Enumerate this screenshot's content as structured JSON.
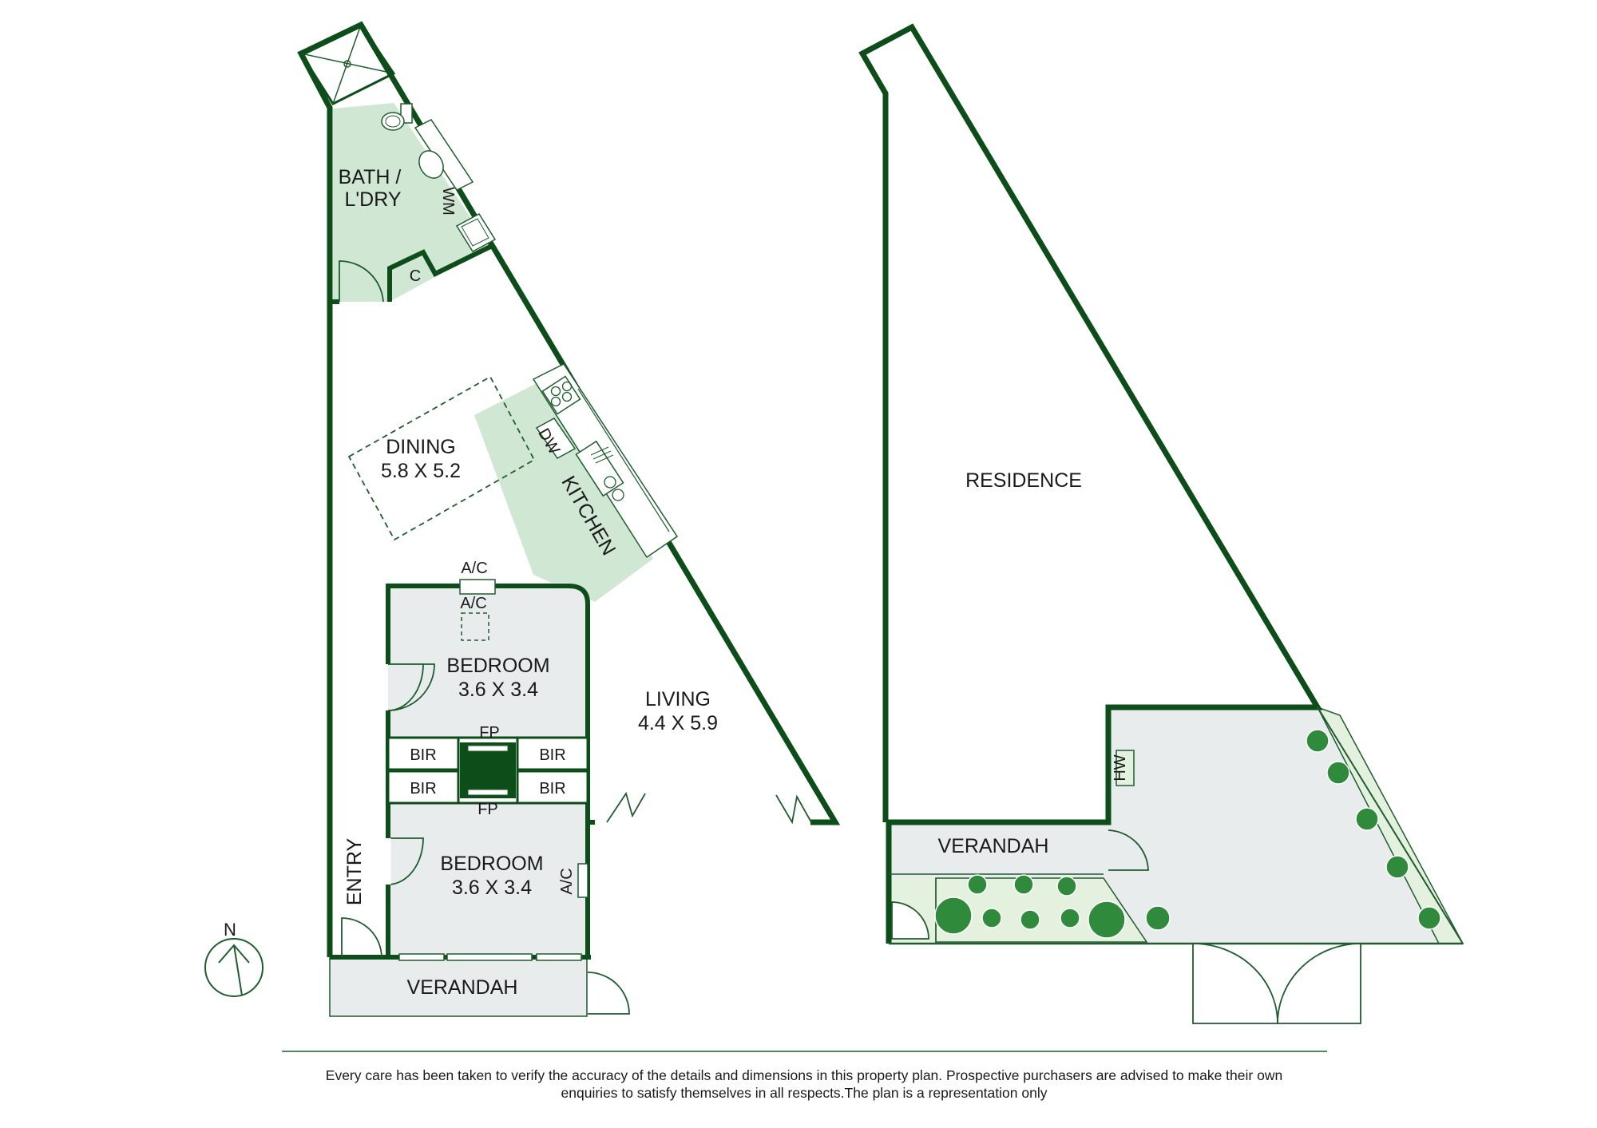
{
  "colors": {
    "wall": "#0d4d1a",
    "line": "#1f5c2e",
    "wet_area": "#cfe7d3",
    "room_fill": "#e9ecec",
    "kitchen_fill": "#cfe7d3",
    "garden_fill": "#e4f1df",
    "tree": "#2f8a3b"
  },
  "rooms": {
    "bath_line1": "BATH /",
    "bath_line2": "L'DRY",
    "wm": "WM",
    "cupboard": "C",
    "dining_name": "DINING",
    "dining_dim": "5.8 X 5.2",
    "dw": "DW",
    "kitchen": "KITCHEN",
    "ac_top_1": "A/C",
    "ac_top_2": "A/C",
    "bedroom1_name": "BEDROOM",
    "bedroom1_dim": "3.6 X 3.4",
    "living_name": "LIVING",
    "living_dim": "4.4 X 5.9",
    "fp_top": "FP",
    "fp_bottom": "FP",
    "bir_1": "BIR",
    "bir_2": "BIR",
    "bir_3": "BIR",
    "bir_4": "BIR",
    "bedroom2_name": "BEDROOM",
    "bedroom2_dim": "3.6 X 3.4",
    "ac_side": "A/C",
    "entry": "ENTRY",
    "verandah_front": "VERANDAH",
    "residence": "RESIDENCE",
    "hw": "HW",
    "verandah_rear": "VERANDAH"
  },
  "compass": {
    "label": "N",
    "icon": "north-arrow-icon"
  },
  "disclaimer": {
    "line1": "Every care has been taken to verify the accuracy of the details and dimensions in this property plan. Prospective purchasers are advised to make their own",
    "line2": "enquiries to satisfy themselves in all respects.The plan is a representation only"
  }
}
